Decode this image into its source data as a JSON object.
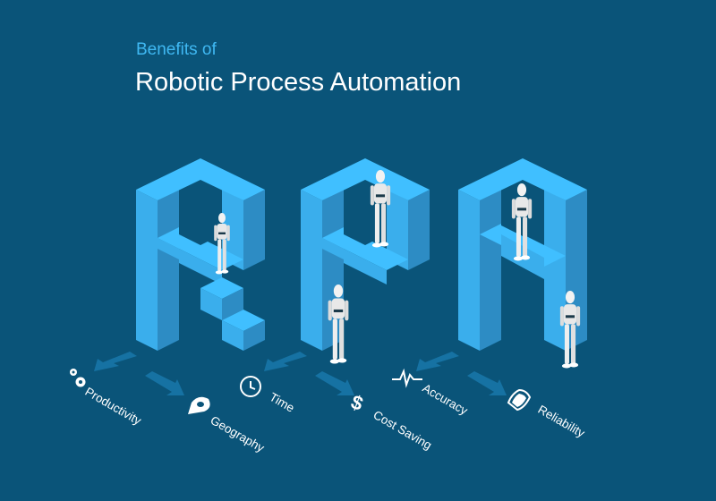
{
  "header": {
    "subtitle": "Benefits of",
    "title": "Robotic Process Automation"
  },
  "illustration": {
    "letters": [
      "R",
      "P",
      "A"
    ],
    "colors": {
      "background": "#0a5479",
      "block_top": "#40bfff",
      "block_light": "#3aaeec",
      "block_dark": "#2d8cc4",
      "arrow": "#1672a3",
      "accent_text": "#3fb8f2"
    }
  },
  "benefits": [
    {
      "label": "Productivity",
      "icon": "gears-icon"
    },
    {
      "label": "Geography",
      "icon": "map-pin-icon"
    },
    {
      "label": "Time",
      "icon": "clock-icon"
    },
    {
      "label": "Cost Saving",
      "icon": "dollar-icon"
    },
    {
      "label": "Accuracy",
      "icon": "pulse-icon"
    },
    {
      "label": "Reliability",
      "icon": "shield-icon"
    }
  ]
}
